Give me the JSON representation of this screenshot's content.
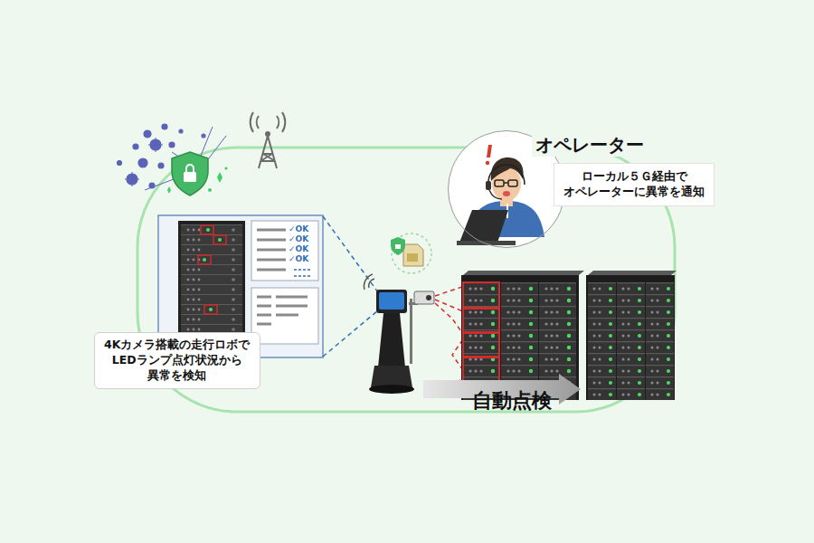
{
  "diagram": {
    "nodes": [
      {
        "text": [
          "オペレーター"
        ]
      },
      {
        "text": [
          "ローカル５Ｇ経由で オペレーターに異常を通知"
        ]
      },
      {
        "text": [
          "4Kカメラ搭載の走行ロボで LEDランプ点灯状況から 異常を検知"
        ]
      }
    ],
    "labels": [
      "✓OK",
      "✓OK",
      "✓OK",
      "✓OK",
      "自動点検"
    ]
  }
}
